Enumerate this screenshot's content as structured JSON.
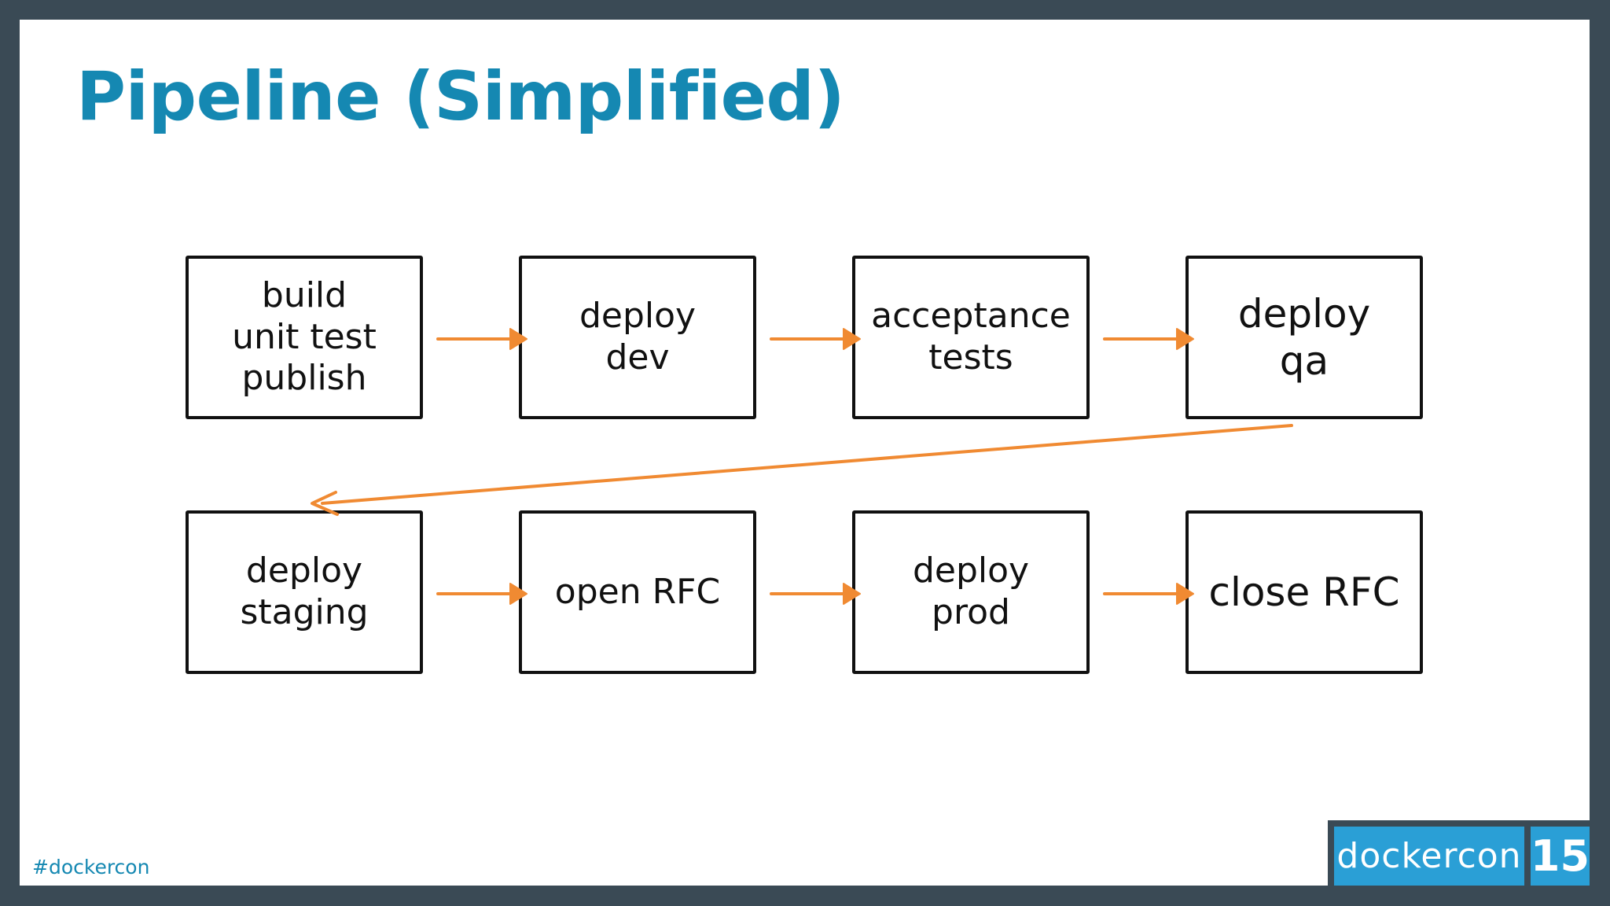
{
  "slide": {
    "title": "Pipeline (Simplified)",
    "hashtag": "#dockercon"
  },
  "pipeline": {
    "steps": [
      {
        "label": "build\nunit test\npublish"
      },
      {
        "label": "deploy\ndev"
      },
      {
        "label": "acceptance\ntests"
      },
      {
        "label": "deploy\nqa"
      },
      {
        "label": "deploy\nstaging"
      },
      {
        "label": "open RFC"
      },
      {
        "label": "deploy\nprod"
      },
      {
        "label": "close RFC"
      }
    ]
  },
  "logo": {
    "word": "dockercon",
    "number": "15"
  },
  "colors": {
    "title": "#1588b2",
    "arrow": "#f08a32",
    "box_border": "#111111",
    "frame": "#3a4a55",
    "logo_bg": "#2a9fd6"
  }
}
